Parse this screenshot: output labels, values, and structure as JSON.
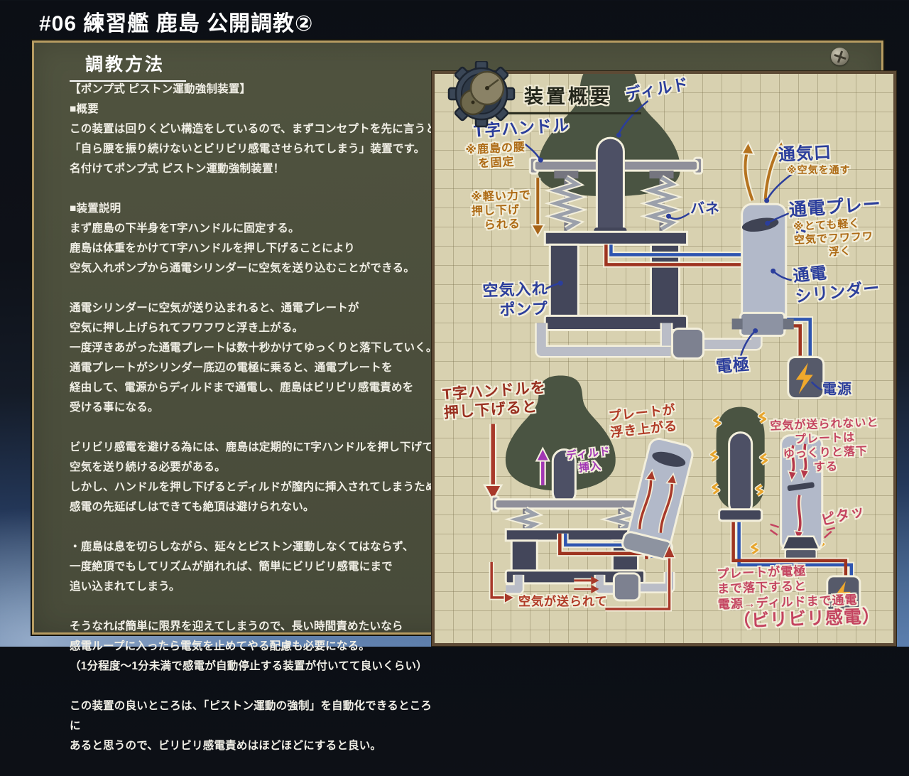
{
  "page": {
    "title": "#06 練習艦 鹿島 公開調教②"
  },
  "method_panel": {
    "heading": "調教方法",
    "paragraphs": [
      "【ポンプ式 ピストン運動強制装置】\n■概要\nこの装置は回りくどい構造をしているので、まずコンセプトを先に言うと\n「自ら腰を振り続けないとビリビリ感電させられてしまう」装置です。\n名付けてポンプ式 ピストン運動強制装置！",
      "■装置説明\nまず鹿島の下半身をT字ハンドルに固定する。\n鹿島は体重をかけてT字ハンドルを押し下げることにより\n空気入れポンプから通電シリンダーに空気を送り込むことができる。",
      "通電シリンダーに空気が送り込まれると、通電プレートが\n空気に押し上げられてフワフワと浮き上がる。\n一度浮きあがった通電プレートは数十秒かけてゆっくりと落下していく。\n通電プレートがシリンダー底辺の電極に乗ると、通電プレートを\n経由して、電源からディルドまで通電し、鹿島はビリビリ感電責めを\n受ける事になる。",
      "ビリビリ感電を避ける為には、鹿島は定期的にT字ハンドルを押し下げて\n空気を送り続ける必要がある。\nしかし、ハンドルを押し下げるとディルドが膣内に挿入されてしまうため\n感電の先延ばしはできても絶頂は避けられない。",
      "・鹿島は息を切らしながら、延々とピストン運動しなくてはならず、\n一度絶頂でもしてリズムが崩れれば、簡単にビリビリ感電にまで\n追い込まれてしまう。",
      "そうなれば簡単に限界を迎えてしまうので、長い時間責めたいなら\n感電ループに入ったら電気を止めてやる配慮も必要になる。\n（1分程度〜1分未満で感電が自動停止する装置が付いてて良いくらい）",
      "この装置の良いところは、「ピストン運動の強制」を自動化できるところに\nあると思うので、ビリビリ感電責めはほどほどにすると良い。"
    ]
  },
  "diagram_panel": {
    "heading": "装置概要",
    "labels": {
      "t_handle": "T字ハンドル",
      "t_handle_note": "※鹿島の腰\n　を固定",
      "push_note": "※軽い力で\n押し下げ\n　られる",
      "dildo": "ディルド",
      "vent": "通気口",
      "vent_note": "※空気を通す",
      "spring": "バネ",
      "plate": "通電プレート",
      "plate_note": "※とても軽く\n空気でフワフワ\n　　　浮く",
      "cylinder": "通電\nシリンダー",
      "pump": "空気入れ\n　ポンプ",
      "electrode": "電極",
      "power": "電源",
      "d2_handle": "T字ハンドルを\n押し下げると",
      "d2_plate": "プレートが\n浮き上がる",
      "d2_dildo": "ディルド\n　挿入",
      "d2_air": "空気が送られて",
      "d3_fall": "空気が送られないと\nプレートは\nゆっくりと落下\nする",
      "d3_pita": "ピタッ",
      "d3_discharge": "プレートが電極\nまで落下すると\n電源→ディルドまで通電",
      "d3_shock": "（ビリビリ感電）"
    }
  },
  "colors": {
    "panel_olive": "#4b4e3c",
    "panel_border_gold": "#b79c62",
    "paper_beige": "#d8d1b0",
    "paper_border": "#5d4a35",
    "machine_navy": "#43465a",
    "dildo_navy": "#4d5065",
    "cylinder_gray": "#b2b9c9",
    "pipe_gray": "#babdc7",
    "wire_red": "#9e3420",
    "wire_blue": "#2e55b0",
    "label_blue": "#2b3e9c",
    "label_orange": "#ad6a14",
    "label_red": "#b03a26",
    "label_crimson": "#c44460",
    "label_purple": "#a136b4",
    "lightning_yellow": "#f0a82c",
    "bulb_olive": "#4a5442"
  }
}
